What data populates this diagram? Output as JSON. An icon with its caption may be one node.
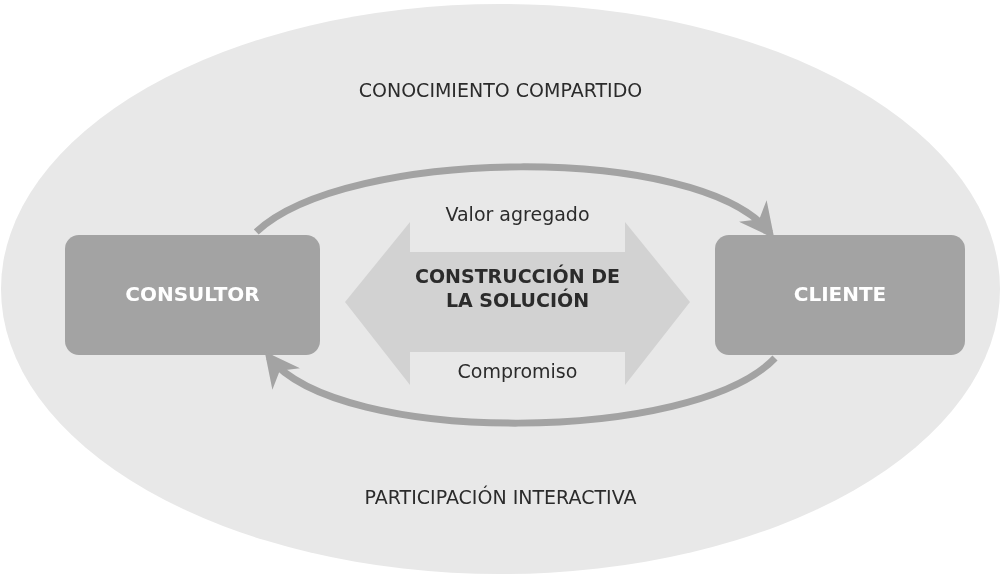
{
  "diagram": {
    "nodes": [
      {
        "text": [
          "CONOCIMIENTO COMPARTIDO",
          "PARTICIPACIÓN INTERACTIVA"
        ]
      },
      {
        "text": [
          "CONSULTOR"
        ],
        "in": 0
      },
      {
        "text": [
          "Valor agregado",
          "CONSTRUCCIÓN DE LA SOLUCIÓN",
          "Compromiso"
        ],
        "in": 0
      },
      {
        "text": [
          "CLIENTE"
        ],
        "in": 0
      }
    ],
    "edges": [
      {
        "from": 1,
        "to": 3,
        "arrow": "to"
      },
      {
        "from": 3,
        "to": 1,
        "arrow": "to"
      }
    ]
  }
}
